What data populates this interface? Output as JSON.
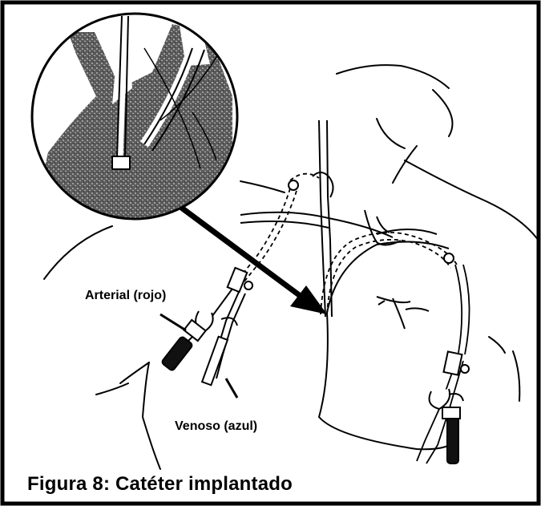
{
  "labels": {
    "arterial": "Arterial (rojo)",
    "venoso": "Venoso (azul)"
  },
  "caption": "Figura 8: Catéter implantado",
  "colors": {
    "ink": "#000000",
    "background": "#ffffff",
    "stipple_dark": "#4a4a4a"
  }
}
